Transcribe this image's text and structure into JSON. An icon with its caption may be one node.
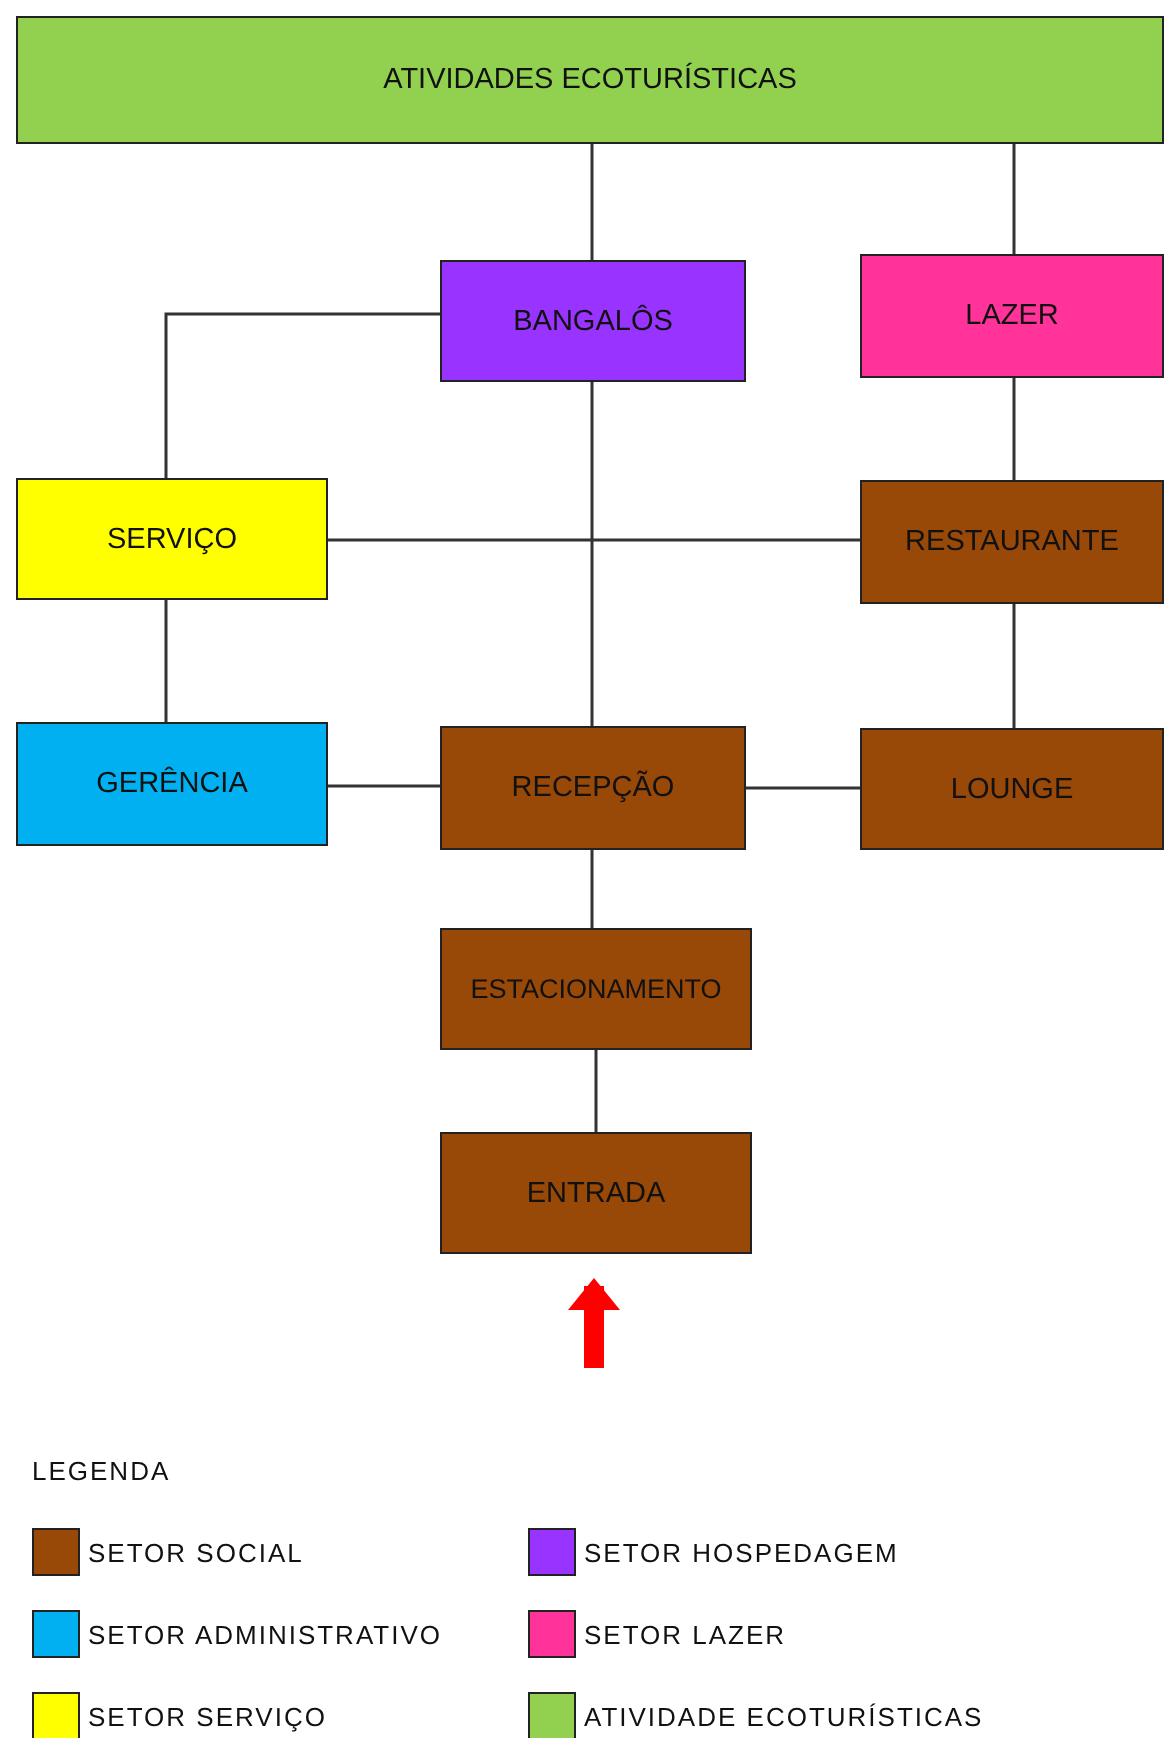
{
  "diagram": {
    "nodes": [
      {
        "text": [
          "ATIVIDADES ECOTURÍSTICAS"
        ]
      },
      {
        "text": [
          "BANGALÔS"
        ]
      },
      {
        "text": [
          "LAZER"
        ]
      },
      {
        "text": [
          "SERVIÇO"
        ]
      },
      {
        "text": [
          "RESTAURANTE"
        ]
      },
      {
        "text": [
          "GERÊNCIA"
        ]
      },
      {
        "text": [
          "RECEPÇÃO"
        ]
      },
      {
        "text": [
          "LOUNGE"
        ]
      },
      {
        "text": [
          "ESTACIONAMENTO"
        ]
      },
      {
        "text": [
          "ENTRADA"
        ]
      }
    ],
    "edges": [
      {
        "from": 0,
        "to": 1,
        "arrow": "none"
      },
      {
        "from": 0,
        "to": 2,
        "arrow": "none"
      },
      {
        "from": 1,
        "to": 3,
        "arrow": "none"
      },
      {
        "from": 1,
        "to": 6,
        "arrow": "none"
      },
      {
        "from": 2,
        "to": 4,
        "arrow": "none"
      },
      {
        "from": 3,
        "to": 4,
        "arrow": "none"
      },
      {
        "from": 3,
        "to": 5,
        "arrow": "none"
      },
      {
        "from": 4,
        "to": 7,
        "arrow": "none"
      },
      {
        "from": 5,
        "to": 6,
        "arrow": "none"
      },
      {
        "from": 6,
        "to": 7,
        "arrow": "none"
      },
      {
        "from": 6,
        "to": 8,
        "arrow": "none"
      },
      {
        "from": 8,
        "to": 9,
        "arrow": "none"
      },
      {
        "from": null,
        "to": 9,
        "arrow": "to",
        "style": "thick",
        "color": "#ff0000"
      }
    ],
    "labels": [
      "LEGENDA"
    ],
    "legend": [
      {
        "text": "SETOR SOCIAL",
        "color": "#984807"
      },
      {
        "text": "SETOR HOSPEDAGEM",
        "color": "#9933ff"
      },
      {
        "text": "SETOR ADMINISTRATIVO",
        "color": "#00b0f0"
      },
      {
        "text": "SETOR LAZER",
        "color": "#ff3399"
      },
      {
        "text": "SETOR SERVIÇO",
        "color": "#ffff00"
      },
      {
        "text": "ATIVIDADE ECOTURÍSTICAS",
        "color": "#92d050"
      }
    ]
  }
}
